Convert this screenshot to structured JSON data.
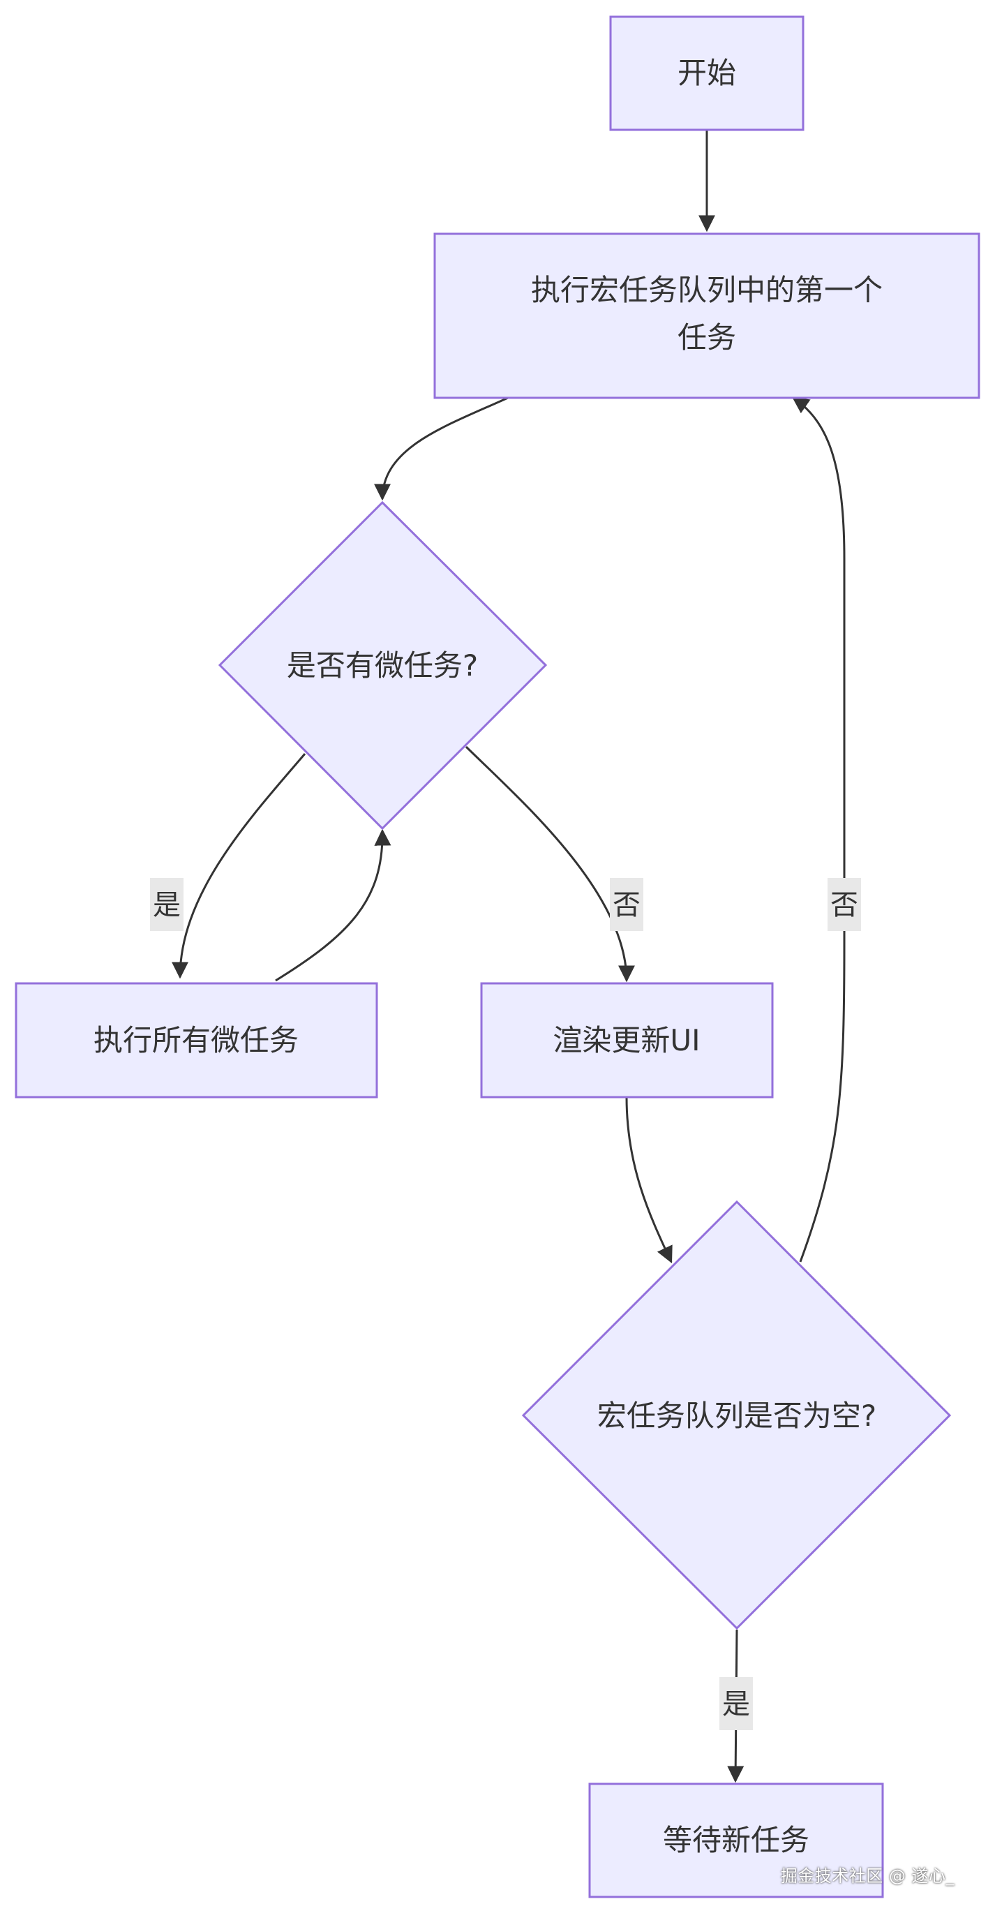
{
  "diagram": {
    "nodes": {
      "start": "开始",
      "exec_first_line1": "执行宏任务队列中的第一个",
      "exec_first_line2": "任务",
      "has_micro": "是否有微任务?",
      "exec_micro": "执行所有微任务",
      "render": "渲染更新UI",
      "queue_empty": "宏任务队列是否为空?",
      "wait": "等待新任务"
    },
    "edge_labels": {
      "has_micro_yes": "是",
      "has_micro_no": "否",
      "queue_empty_no": "否",
      "queue_empty_yes": "是"
    }
  },
  "watermark": "掘金技术社区 @ 遂心_"
}
